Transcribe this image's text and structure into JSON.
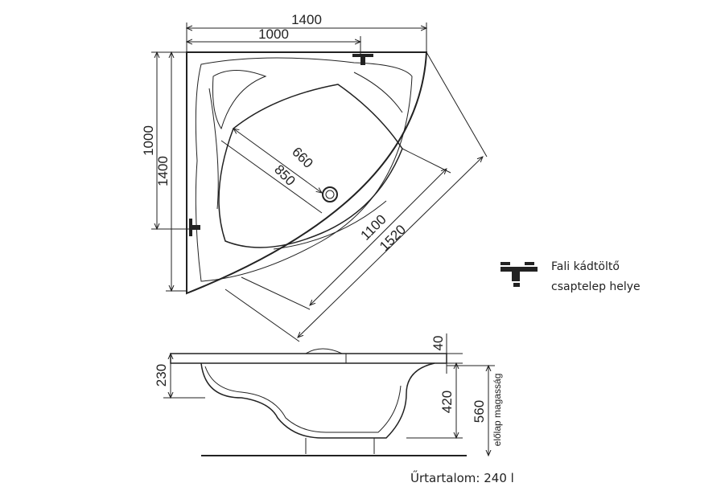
{
  "top_view": {
    "dimensions": {
      "width_total": "1400",
      "width_partial": "1000",
      "height_partial": "1000",
      "height_total": "1400",
      "diagonal_inner": "660",
      "diagonal_mid": "850",
      "diagonal_1100": "1100",
      "diagonal_1520": "1520"
    }
  },
  "side_view": {
    "dimensions": {
      "rim_depth": "230",
      "rim_thickness": "40",
      "inner_depth": "420",
      "total_height": "560",
      "apron_label": "előlap magasság"
    }
  },
  "legend": {
    "icon": "wall-faucet-icon",
    "line1": "Fali kádtöltő",
    "line2": "csaptelep helye"
  },
  "volume": "Űrtartalom: 240 l",
  "colors": {
    "line": "#222222"
  }
}
